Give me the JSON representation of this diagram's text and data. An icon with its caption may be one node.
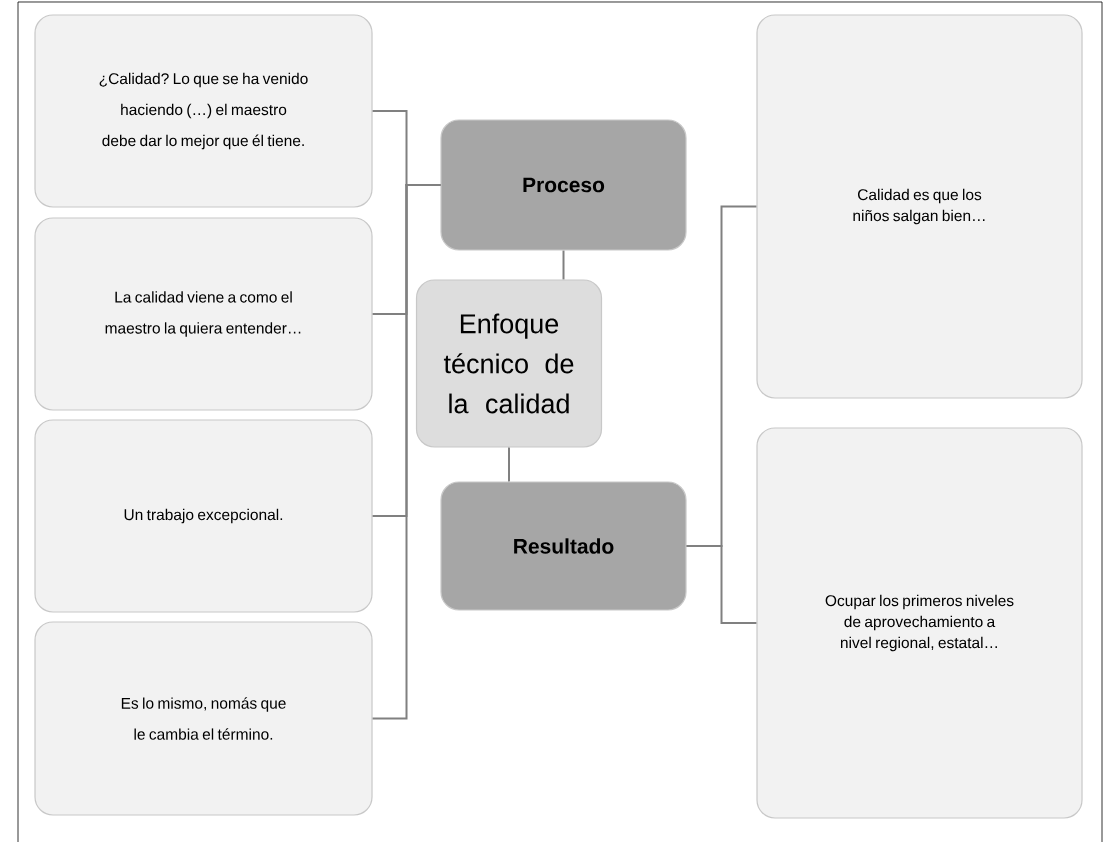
{
  "diagram": {
    "nodes": [
      {
        "text": [
          "Enfoque técnico de la calidad"
        ]
      },
      {
        "text": [
          "Proceso"
        ]
      },
      {
        "text": [
          "Resultado"
        ]
      },
      {
        "text": [
          "¿Calidad? Lo que se ha venido haciendo (…) el maestro debe dar lo mejor que él tiene."
        ]
      },
      {
        "text": [
          "La calidad viene a como el maestro la quiera entender…"
        ]
      },
      {
        "text": [
          "Un trabajo excepcional."
        ]
      },
      {
        "text": [
          "Es lo mismo, nomás que le cambia el término."
        ]
      },
      {
        "text": [
          "Calidad es que los niños salgan bien…"
        ]
      },
      {
        "text": [
          "Ocupar los primeros niveles de aprovechamiento a nivel regional, estatal…"
        ]
      }
    ],
    "edges": [
      {
        "from": 1,
        "to": 0,
        "arrow": "none"
      },
      {
        "from": 0,
        "to": 2,
        "arrow": "none"
      },
      {
        "from": 1,
        "to": 3,
        "arrow": "none"
      },
      {
        "from": 1,
        "to": 4,
        "arrow": "none"
      },
      {
        "from": 1,
        "to": 5,
        "arrow": "none"
      },
      {
        "from": 1,
        "to": 6,
        "arrow": "none"
      },
      {
        "from": 2,
        "to": 7,
        "arrow": "none"
      },
      {
        "from": 2,
        "to": 8,
        "arrow": "none"
      }
    ]
  }
}
